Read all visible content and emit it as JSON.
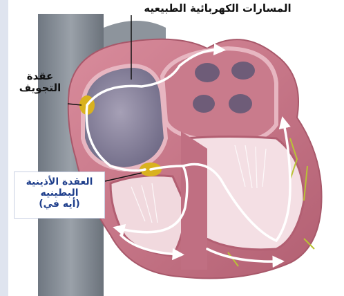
{
  "labels": {
    "pathways": "المسارات الكهربائية الطبيعيه",
    "sa_node": [
      "عقدة",
      "التجويف"
    ],
    "av_node": [
      "العقدة الأذينية",
      "البطينيه",
      "(أيه في)"
    ]
  },
  "colors": {
    "background": "#ffffff",
    "side_strip": "#dfe4ef",
    "vessel_gray": "#7d858f",
    "heart_outer": "#c97b8c",
    "heart_inner": "#e7b6c1",
    "chamber_shadow": "#8f8aa2",
    "node_yellow": "#d9b21f",
    "pathway_white": "#ffffff",
    "av_label_text": "#1f3f8c",
    "label_text": "#111111"
  }
}
